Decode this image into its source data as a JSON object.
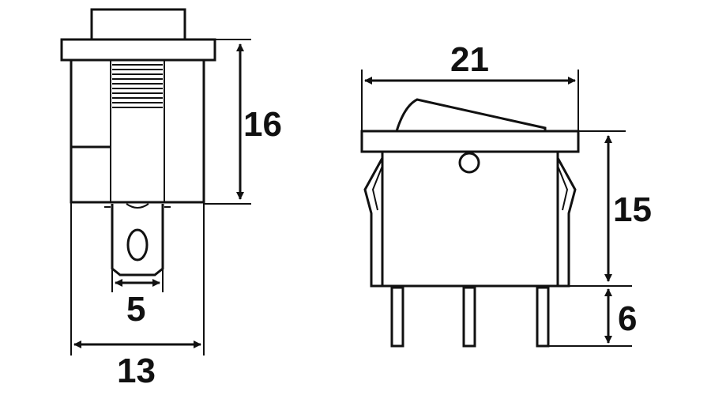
{
  "figure": {
    "side_view": {
      "height_label": "16",
      "width_label": "13",
      "terminal_width_label": "5"
    },
    "front_view": {
      "width_label": "21",
      "body_height_label": "15",
      "pin_length_label": "6"
    },
    "colors": {
      "line": "#111111",
      "background": "#ffffff"
    }
  }
}
